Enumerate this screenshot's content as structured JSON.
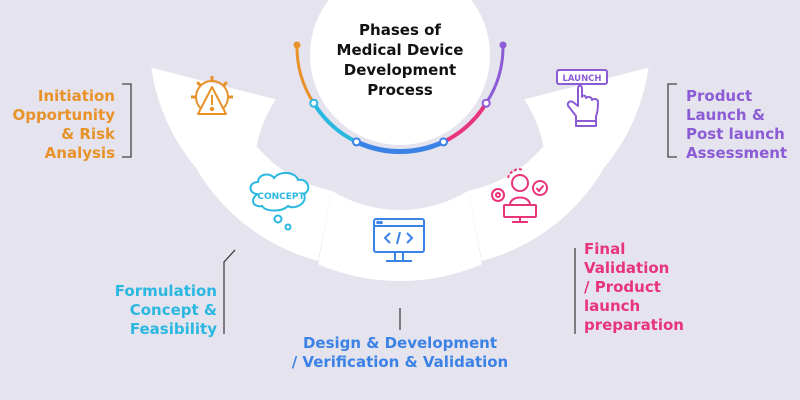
{
  "title": {
    "lines": [
      "Phases of",
      "Medical Device",
      "Development",
      "Process"
    ]
  },
  "phases": [
    {
      "id": "initiation",
      "lines": [
        "Initiation",
        "Opportunity",
        "& Risk",
        "Analysis"
      ],
      "color": "#e8922a",
      "icon": "warning-gear-icon"
    },
    {
      "id": "formulation",
      "lines": [
        "Formulation",
        "Concept &",
        "Feasibility"
      ],
      "color": "#2bb8e0",
      "icon": "concept-cloud-icon",
      "icon_text": "CONCEPT"
    },
    {
      "id": "design",
      "lines": [
        "Design & Development",
        "/ Verification & Validation"
      ],
      "color": "#3b82e6",
      "icon": "code-monitor-icon"
    },
    {
      "id": "validation",
      "lines": [
        "Final",
        "Validation",
        "/ Product",
        "launch",
        "preparation"
      ],
      "color": "#e8347a",
      "icon": "validation-person-icon"
    },
    {
      "id": "launch",
      "lines": [
        "Product",
        "Launch &",
        "Post launch",
        "Assessment"
      ],
      "color": "#8b5cd6",
      "icon": "launch-button-icon",
      "icon_text": "LAUNCH"
    }
  ],
  "colors": {
    "background": "#e5e3ee",
    "card": "#ffffff",
    "title_text": "#111111",
    "bracket": "#444444"
  }
}
